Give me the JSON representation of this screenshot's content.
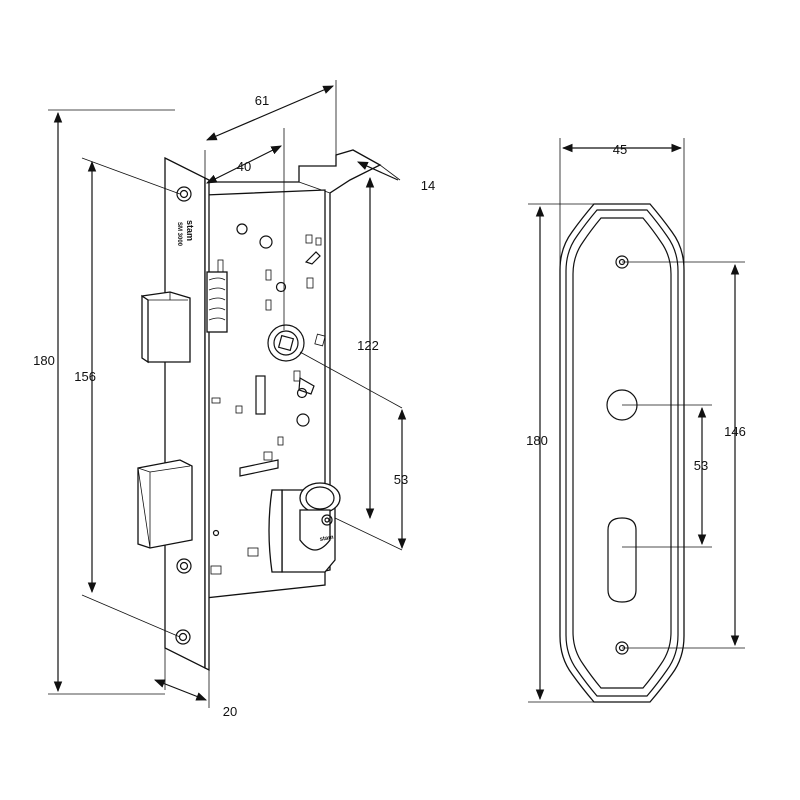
{
  "lock_body": {
    "brand_text": "stam",
    "model_text": "SM 3000",
    "cylinder_brand_text": "stam",
    "dimensions": {
      "overall_height": "180",
      "hole_spacing": "156",
      "backset_total": "61",
      "backset": "40",
      "body_thickness": "14",
      "handle_to_cylinder_center": "122",
      "cylinder_offset": "53",
      "faceplate_width": "20"
    }
  },
  "escutcheon": {
    "dimensions": {
      "width": "45",
      "height": "180",
      "screw_spacing": "146",
      "spindle_to_keyhole": "53"
    }
  }
}
